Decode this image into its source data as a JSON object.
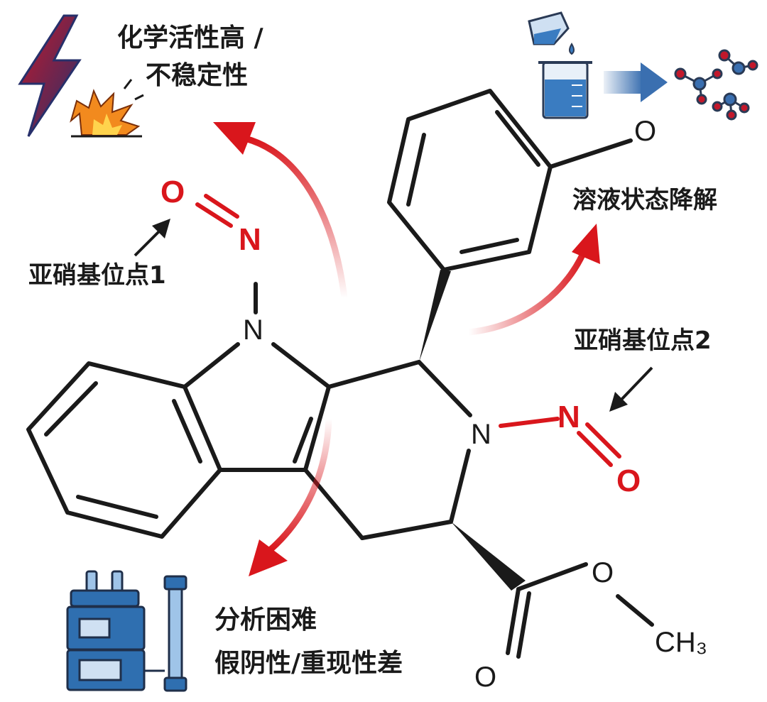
{
  "labels": {
    "reactivity_line1": "化学活性高 /",
    "reactivity_line2": "不稳定性",
    "solution_degradation": "溶液状态降解",
    "nitroso_site_1": "亚硝基位点1",
    "nitroso_site_2": "亚硝基位点2",
    "analysis_line1": "分析困难",
    "analysis_line2": "假阴性/重现性差"
  },
  "atoms": {
    "indole_n": "N",
    "nitroso_n1": "N",
    "nitroso_o1": "O",
    "ring_n": "N",
    "nitroso_n2": "N",
    "nitroso_o2": "O",
    "ether_o": "O",
    "carbonyl_o": "O",
    "ester_o": "O",
    "methyl": "CH₃"
  },
  "colors": {
    "nitroso_red": "#d9161c",
    "bond": "#1a1a1a",
    "instrument_blue": "#2f6fb0",
    "flask_blue": "#3a7cc1",
    "bolt_red": "#c2182b",
    "bolt_navy": "#27306b",
    "explosion_orange": "#f28a1e"
  },
  "icons": [
    "lightning-explosion-icon",
    "beaker-dissolve-icon",
    "molecule-fragments-icon",
    "hplc-instrument-icon"
  ]
}
